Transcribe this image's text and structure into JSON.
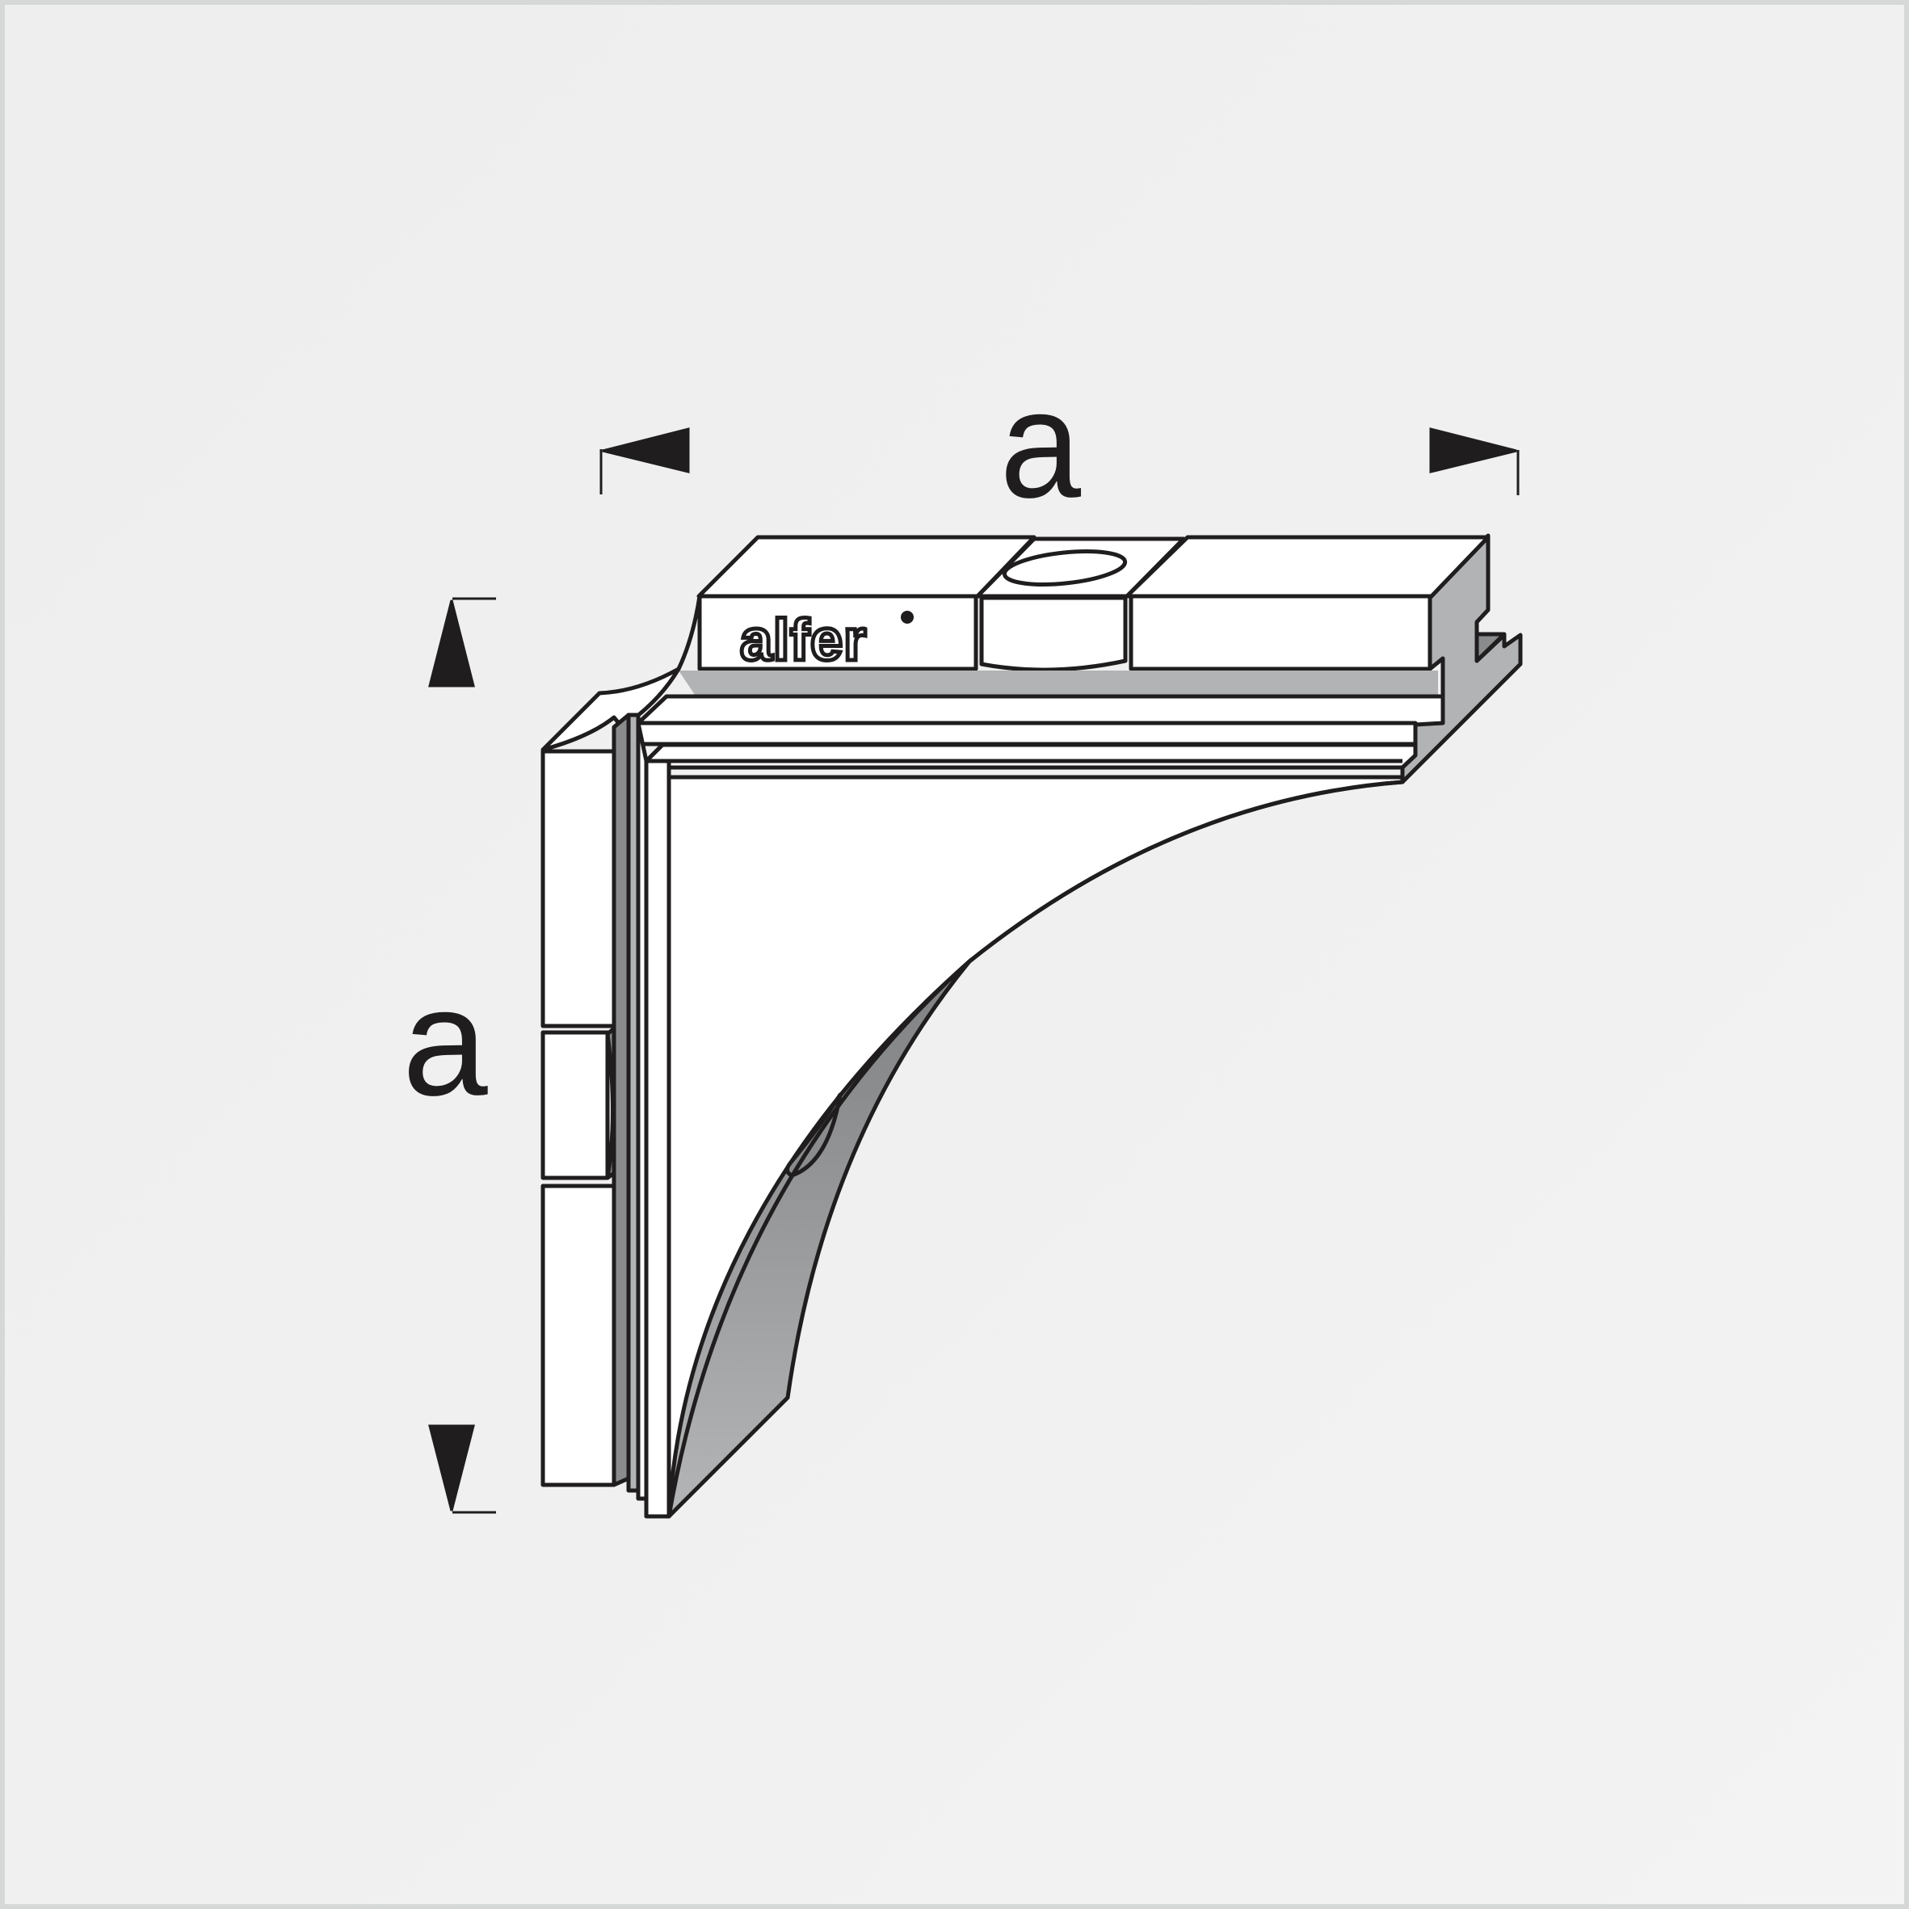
{
  "diagram": {
    "subject": "corner bracket / shelf support",
    "brand_label": "alfer",
    "brand_mark": "registered-dot",
    "dimensions": {
      "horizontal": {
        "label": "a"
      },
      "vertical": {
        "label": "a"
      }
    },
    "colors": {
      "background": "#f0f0f0",
      "border": "#d6d8d8",
      "stroke": "#1f1d1e",
      "face_white": "#ffffff",
      "face_gray": "#b2b3b5",
      "face_dark_gray": "#8a8b8d"
    }
  }
}
